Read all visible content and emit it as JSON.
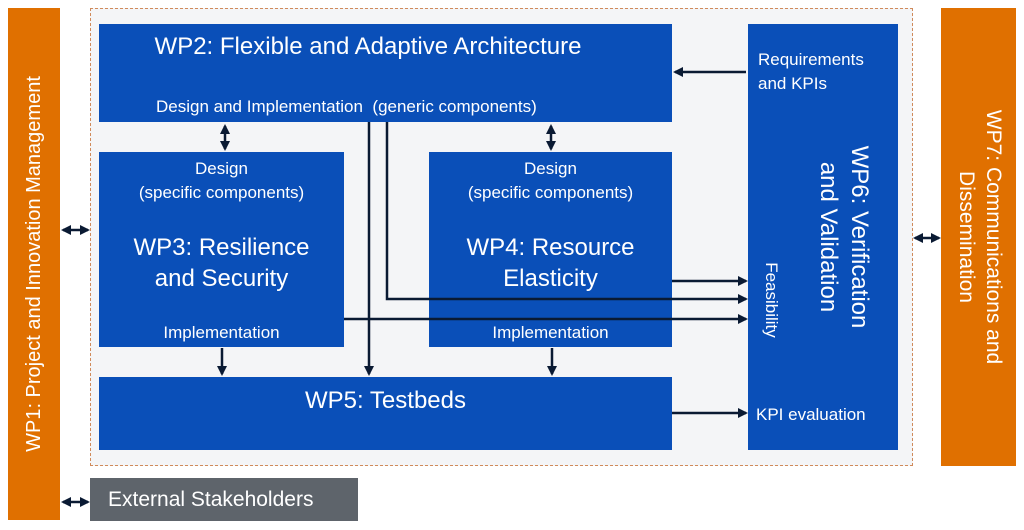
{
  "wp1": {
    "label": "WP1: Project and Innovation Management"
  },
  "wp2": {
    "title": "WP2: Flexible and Adaptive Architecture",
    "subtitle": "Design and Implementation  (generic components)"
  },
  "wp3": {
    "design_line1": "Design",
    "design_line2": "(specific components)",
    "title_line1": "WP3: Resilience",
    "title_line2": "and Security",
    "footer": "Implementation"
  },
  "wp4": {
    "design_line1": "Design",
    "design_line2": "(specific components)",
    "title_line1": "WP4: Resource",
    "title_line2": "Elasticity",
    "footer": "Implementation"
  },
  "wp5": {
    "title": "WP5: Testbeds"
  },
  "wp6": {
    "title_line1": "WP6: Verification",
    "title_line2": "and Validation",
    "requirements_line1": "Requirements",
    "requirements_line2": "and KPIs",
    "feasibility": "Feasibility",
    "kpi_evaluation": "KPI evaluation"
  },
  "wp7": {
    "label_line1": "WP7: Communications and",
    "label_line2": "Dissemination"
  },
  "external": {
    "label": "External Stakeholders"
  },
  "colors": {
    "blue": "#0a4fb8",
    "orange": "#e07000",
    "grey": "#5e646b",
    "arrow": "#0a1a33"
  }
}
